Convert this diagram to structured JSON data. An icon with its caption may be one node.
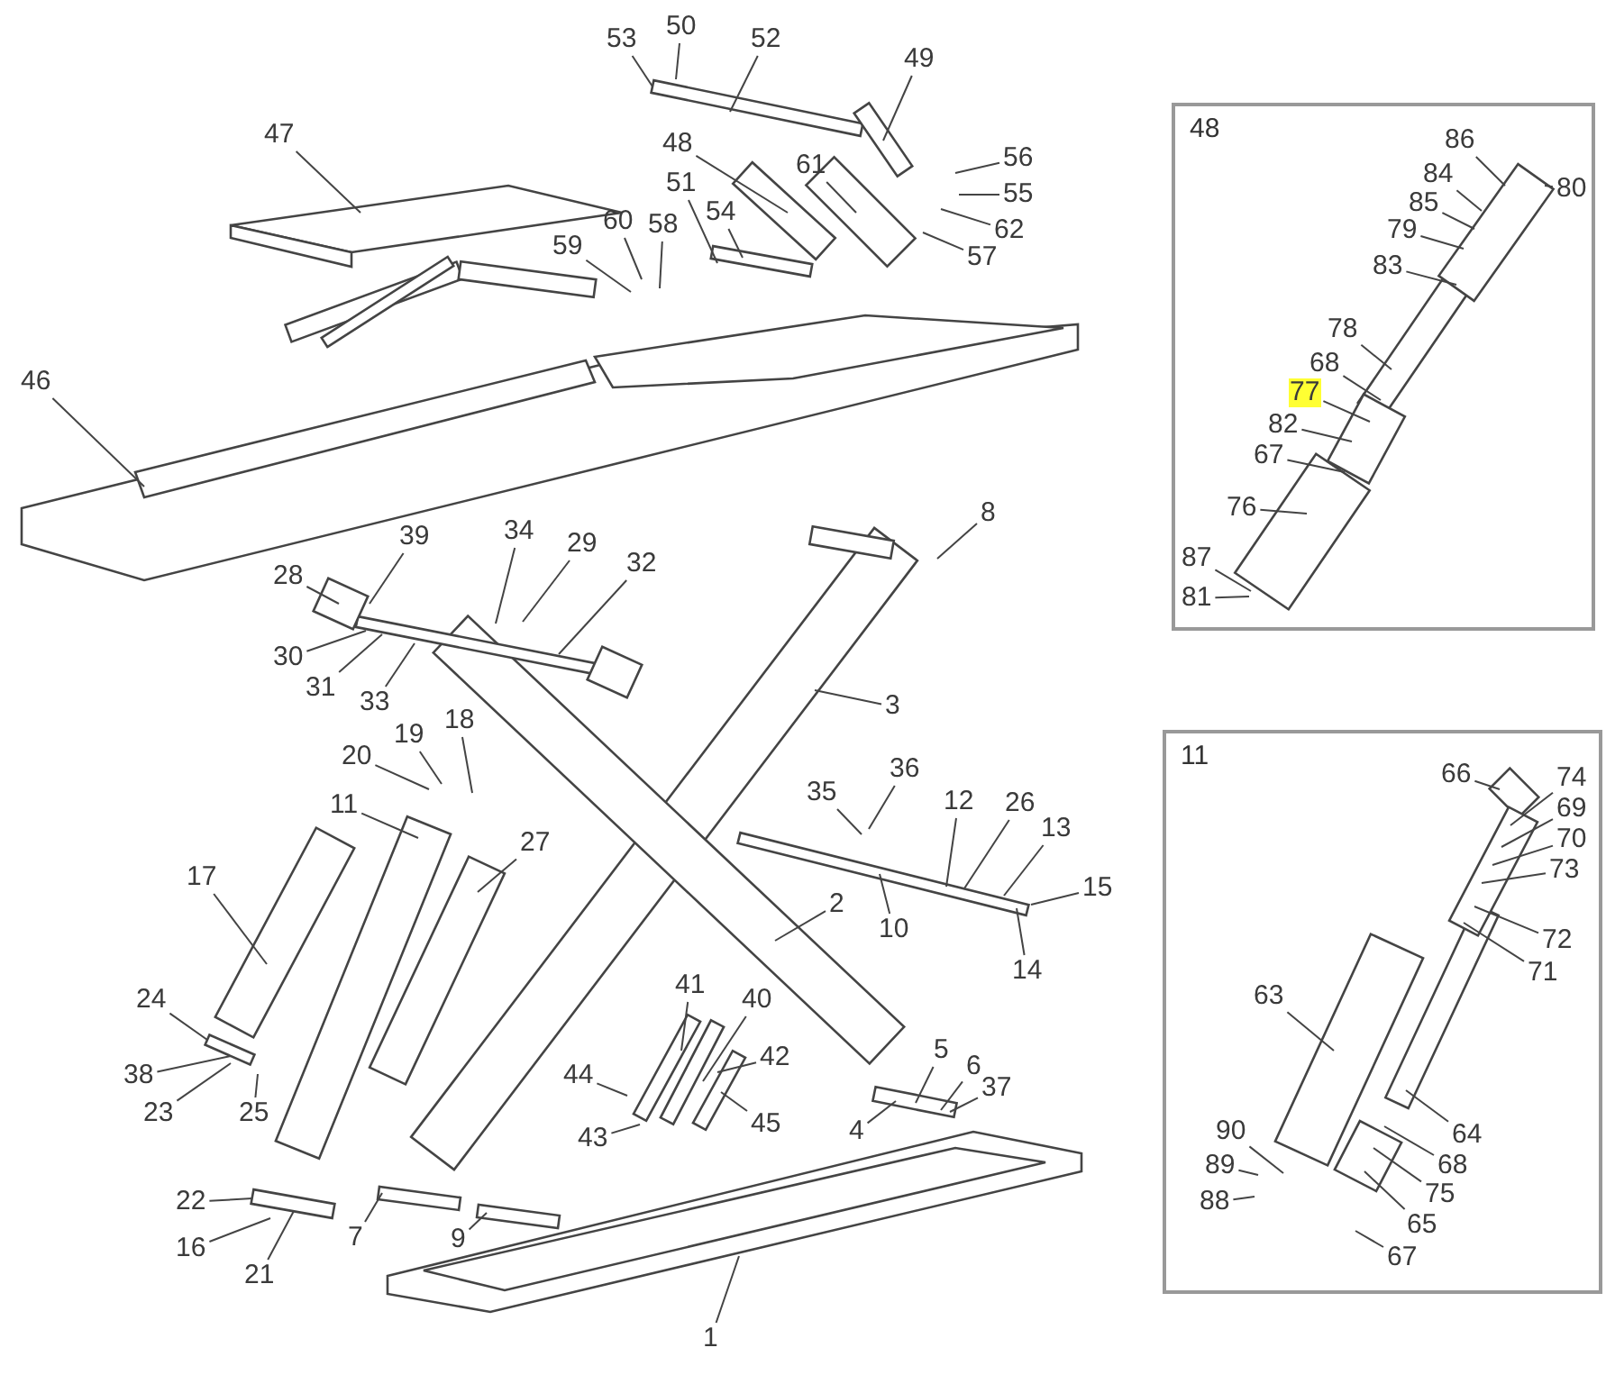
{
  "diagram": {
    "nodes": [
      {
        "text": [
          "53"
        ]
      },
      {
        "text": [
          "50"
        ]
      },
      {
        "text": [
          "52"
        ]
      },
      {
        "text": [
          "49"
        ]
      },
      {
        "text": [
          "47"
        ]
      },
      {
        "text": [
          "48"
        ]
      },
      {
        "text": [
          "56"
        ]
      },
      {
        "text": [
          "55"
        ]
      },
      {
        "text": [
          "61"
        ]
      },
      {
        "text": [
          "51"
        ]
      },
      {
        "text": [
          "54"
        ]
      },
      {
        "text": [
          "62"
        ]
      },
      {
        "text": [
          "57"
        ]
      },
      {
        "text": [
          "60"
        ]
      },
      {
        "text": [
          "58"
        ]
      },
      {
        "text": [
          "59"
        ]
      },
      {
        "text": [
          "46"
        ]
      },
      {
        "text": [
          "8"
        ]
      },
      {
        "text": [
          "39"
        ]
      },
      {
        "text": [
          "34"
        ]
      },
      {
        "text": [
          "29"
        ]
      },
      {
        "text": [
          "28"
        ]
      },
      {
        "text": [
          "32"
        ]
      },
      {
        "text": [
          "30"
        ]
      },
      {
        "text": [
          "31"
        ]
      },
      {
        "text": [
          "33"
        ]
      },
      {
        "text": [
          "3"
        ]
      },
      {
        "text": [
          "36"
        ]
      },
      {
        "text": [
          "35"
        ]
      },
      {
        "text": [
          "12"
        ]
      },
      {
        "text": [
          "26"
        ]
      },
      {
        "text": [
          "13"
        ]
      },
      {
        "text": [
          "19"
        ]
      },
      {
        "text": [
          "18"
        ]
      },
      {
        "text": [
          "20"
        ]
      },
      {
        "text": [
          "11"
        ]
      },
      {
        "text": [
          "15"
        ]
      },
      {
        "text": [
          "27"
        ]
      },
      {
        "text": [
          "17"
        ]
      },
      {
        "text": [
          "2"
        ]
      },
      {
        "text": [
          "10"
        ]
      },
      {
        "text": [
          "14"
        ]
      },
      {
        "text": [
          "41"
        ]
      },
      {
        "text": [
          "40"
        ]
      },
      {
        "text": [
          "24"
        ]
      },
      {
        "text": [
          "42"
        ]
      },
      {
        "text": [
          "5"
        ]
      },
      {
        "text": [
          "6"
        ]
      },
      {
        "text": [
          "38"
        ]
      },
      {
        "text": [
          "44"
        ]
      },
      {
        "text": [
          "37"
        ]
      },
      {
        "text": [
          "23"
        ]
      },
      {
        "text": [
          "25"
        ]
      },
      {
        "text": [
          "45"
        ]
      },
      {
        "text": [
          "4"
        ]
      },
      {
        "text": [
          "43"
        ]
      },
      {
        "text": [
          "22"
        ]
      },
      {
        "text": [
          "16"
        ]
      },
      {
        "text": [
          "7"
        ]
      },
      {
        "text": [
          "9"
        ]
      },
      {
        "text": [
          "21"
        ]
      },
      {
        "text": [
          "1"
        ]
      },
      {
        "text": [
          "48"
        ]
      },
      {
        "text": [
          "86"
        ],
        "in": 62
      },
      {
        "text": [
          "80"
        ],
        "in": 62
      },
      {
        "text": [
          "84"
        ],
        "in": 62
      },
      {
        "text": [
          "85"
        ],
        "in": 62
      },
      {
        "text": [
          "79"
        ],
        "in": 62
      },
      {
        "text": [
          "83"
        ],
        "in": 62
      },
      {
        "text": [
          "78"
        ],
        "in": 62
      },
      {
        "text": [
          "68"
        ],
        "in": 62
      },
      {
        "text": [
          "77"
        ],
        "in": 62
      },
      {
        "text": [
          "82"
        ],
        "in": 62
      },
      {
        "text": [
          "67"
        ],
        "in": 62
      },
      {
        "text": [
          "76"
        ],
        "in": 62
      },
      {
        "text": [
          "87"
        ],
        "in": 62
      },
      {
        "text": [
          "81"
        ],
        "in": 62
      },
      {
        "text": [
          "11"
        ]
      },
      {
        "text": [
          "66"
        ],
        "in": 77
      },
      {
        "text": [
          "74"
        ],
        "in": 77
      },
      {
        "text": [
          "69"
        ],
        "in": 77
      },
      {
        "text": [
          "70"
        ],
        "in": 77
      },
      {
        "text": [
          "73"
        ],
        "in": 77
      },
      {
        "text": [
          "72"
        ],
        "in": 77
      },
      {
        "text": [
          "71"
        ],
        "in": 77
      },
      {
        "text": [
          "63"
        ],
        "in": 77
      },
      {
        "text": [
          "64"
        ],
        "in": 77
      },
      {
        "text": [
          "68"
        ],
        "in": 77
      },
      {
        "text": [
          "75"
        ],
        "in": 77
      },
      {
        "text": [
          "65"
        ],
        "in": 77
      },
      {
        "text": [
          "67"
        ],
        "in": 77
      },
      {
        "text": [
          "90"
        ],
        "in": 77
      },
      {
        "text": [
          "89"
        ],
        "in": 77
      },
      {
        "text": [
          "88"
        ],
        "in": 77
      }
    ],
    "edges": [
      {
        "from": 0,
        "to": null,
        "arrow": "none"
      },
      {
        "from": 1,
        "to": null,
        "arrow": "none"
      },
      {
        "from": 2,
        "to": null,
        "arrow": "none"
      },
      {
        "from": 3,
        "to": null,
        "arrow": "none"
      },
      {
        "from": 4,
        "to": null,
        "arrow": "none"
      },
      {
        "from": 5,
        "to": null,
        "arrow": "none"
      },
      {
        "from": 6,
        "to": null,
        "arrow": "none"
      },
      {
        "from": 7,
        "to": null,
        "arrow": "none"
      },
      {
        "from": 8,
        "to": null,
        "arrow": "none"
      },
      {
        "from": 9,
        "to": null,
        "arrow": "none"
      },
      {
        "from": 10,
        "to": null,
        "arrow": "none"
      },
      {
        "from": 11,
        "to": null,
        "arrow": "none"
      },
      {
        "from": 12,
        "to": null,
        "arrow": "none"
      },
      {
        "from": 13,
        "to": null,
        "arrow": "none"
      },
      {
        "from": 14,
        "to": null,
        "arrow": "none"
      },
      {
        "from": 15,
        "to": null,
        "arrow": "none"
      },
      {
        "from": 16,
        "to": null,
        "arrow": "none"
      },
      {
        "from": 17,
        "to": null,
        "arrow": "none"
      },
      {
        "from": 18,
        "to": null,
        "arrow": "none"
      },
      {
        "from": 19,
        "to": null,
        "arrow": "none"
      },
      {
        "from": 20,
        "to": null,
        "arrow": "none"
      },
      {
        "from": 21,
        "to": null,
        "arrow": "none"
      },
      {
        "from": 22,
        "to": null,
        "arrow": "none"
      },
      {
        "from": 23,
        "to": null,
        "arrow": "none"
      },
      {
        "from": 24,
        "to": null,
        "arrow": "none"
      },
      {
        "from": 25,
        "to": null,
        "arrow": "none"
      },
      {
        "from": 26,
        "to": null,
        "arrow": "none"
      },
      {
        "from": 27,
        "to": null,
        "arrow": "none"
      },
      {
        "from": 28,
        "to": null,
        "arrow": "none"
      },
      {
        "from": 29,
        "to": null,
        "arrow": "none"
      },
      {
        "from": 30,
        "to": null,
        "arrow": "none"
      },
      {
        "from": 31,
        "to": null,
        "arrow": "none"
      },
      {
        "from": 32,
        "to": null,
        "arrow": "none"
      },
      {
        "from": 33,
        "to": null,
        "arrow": "none"
      },
      {
        "from": 34,
        "to": null,
        "arrow": "none"
      },
      {
        "from": 35,
        "to": null,
        "arrow": "none"
      },
      {
        "from": 36,
        "to": null,
        "arrow": "none"
      },
      {
        "from": 37,
        "to": null,
        "arrow": "none"
      },
      {
        "from": 38,
        "to": null,
        "arrow": "none"
      },
      {
        "from": 39,
        "to": null,
        "arrow": "none"
      },
      {
        "from": 40,
        "to": null,
        "arrow": "none"
      },
      {
        "from": 41,
        "to": null,
        "arrow": "none"
      },
      {
        "from": 42,
        "to": null,
        "arrow": "none"
      },
      {
        "from": 43,
        "to": null,
        "arrow": "none"
      },
      {
        "from": 44,
        "to": null,
        "arrow": "none"
      },
      {
        "from": 45,
        "to": null,
        "arrow": "none"
      },
      {
        "from": 46,
        "to": null,
        "arrow": "none"
      },
      {
        "from": 47,
        "to": null,
        "arrow": "none"
      },
      {
        "from": 48,
        "to": null,
        "arrow": "none"
      },
      {
        "from": 49,
        "to": null,
        "arrow": "none"
      },
      {
        "from": 50,
        "to": null,
        "arrow": "none"
      },
      {
        "from": 51,
        "to": null,
        "arrow": "none"
      },
      {
        "from": 52,
        "to": null,
        "arrow": "none"
      },
      {
        "from": 53,
        "to": null,
        "arrow": "none"
      },
      {
        "from": 54,
        "to": null,
        "arrow": "none"
      },
      {
        "from": 55,
        "to": null,
        "arrow": "none"
      },
      {
        "from": 56,
        "to": null,
        "arrow": "none"
      },
      {
        "from": 57,
        "to": null,
        "arrow": "none"
      },
      {
        "from": 58,
        "to": null,
        "arrow": "none"
      },
      {
        "from": 59,
        "to": null,
        "arrow": "none"
      },
      {
        "from": 60,
        "to": null,
        "arrow": "none"
      },
      {
        "from": 61,
        "to": null,
        "arrow": "none"
      },
      {
        "from": 63,
        "to": null,
        "arrow": "none"
      },
      {
        "from": 64,
        "to": null,
        "arrow": "none"
      },
      {
        "from": 65,
        "to": null,
        "arrow": "none"
      },
      {
        "from": 66,
        "to": null,
        "arrow": "none"
      },
      {
        "from": 67,
        "to": null,
        "arrow": "none"
      },
      {
        "from": 68,
        "to": null,
        "arrow": "none"
      },
      {
        "from": 69,
        "to": null,
        "arrow": "none"
      },
      {
        "from": 70,
        "to": null,
        "arrow": "none"
      },
      {
        "from": 71,
        "to": null,
        "arrow": "none"
      },
      {
        "from": 72,
        "to": null,
        "arrow": "none"
      },
      {
        "from": 73,
        "to": null,
        "arrow": "none"
      },
      {
        "from": 74,
        "to": null,
        "arrow": "none"
      },
      {
        "from": 75,
        "to": null,
        "arrow": "none"
      },
      {
        "from": 76,
        "to": null,
        "arrow": "none"
      },
      {
        "from": 78,
        "to": null,
        "arrow": "none"
      },
      {
        "from": 79,
        "to": null,
        "arrow": "none"
      },
      {
        "from": 80,
        "to": null,
        "arrow": "none"
      },
      {
        "from": 81,
        "to": null,
        "arrow": "none"
      },
      {
        "from": 82,
        "to": null,
        "arrow": "none"
      },
      {
        "from": 83,
        "to": null,
        "arrow": "none"
      },
      {
        "from": 84,
        "to": null,
        "arrow": "none"
      },
      {
        "from": 85,
        "to": null,
        "arrow": "none"
      },
      {
        "from": 86,
        "to": null,
        "arrow": "none"
      },
      {
        "from": 87,
        "to": null,
        "arrow": "none"
      },
      {
        "from": 88,
        "to": null,
        "arrow": "none"
      },
      {
        "from": 89,
        "to": null,
        "arrow": "none"
      },
      {
        "from": 90,
        "to": null,
        "arrow": "none"
      },
      {
        "from": 91,
        "to": null,
        "arrow": "none"
      },
      {
        "from": 92,
        "to": null,
        "arrow": "none"
      },
      {
        "from": 93,
        "to": null,
        "arrow": "none"
      }
    ]
  }
}
